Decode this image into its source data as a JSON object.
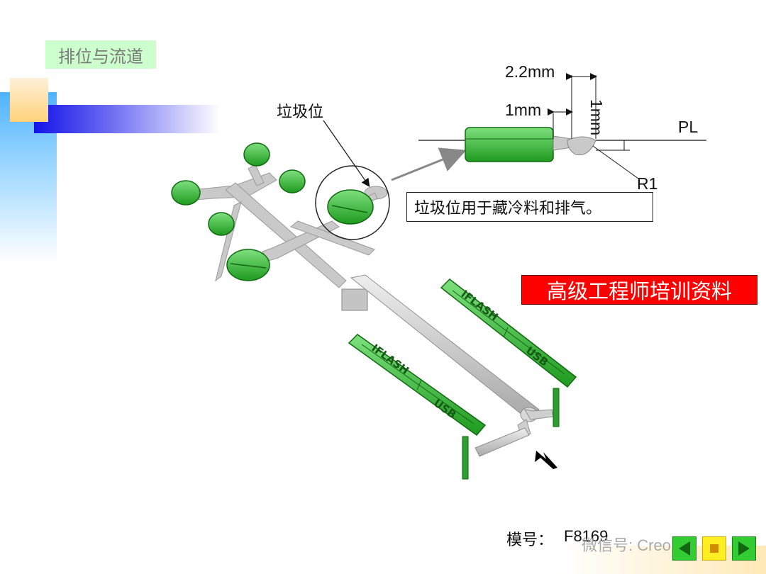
{
  "slide": {
    "title": "排位与流道",
    "junk_label": "垃圾位",
    "callout_text": "垃圾位用于藏冷料和排气。",
    "banner_text": "高级工程师培训资料"
  },
  "dimensions": {
    "width_label": "2.2mm",
    "offset_label": "1mm",
    "depth_label": "1mm",
    "parting_line_label": "PL",
    "radius_label": "R1"
  },
  "part_text": {
    "text_a": "IFLASH",
    "text_b": "USB"
  },
  "footer": {
    "mold_label": "模号：",
    "mold_value": "F8169",
    "watermark": "微信号: Creo119"
  },
  "colors": {
    "part_green": "#33b233",
    "runner_gray": "#c8c8c8",
    "banner_red": "#ff0000",
    "title_bg": "#ccffcc"
  }
}
